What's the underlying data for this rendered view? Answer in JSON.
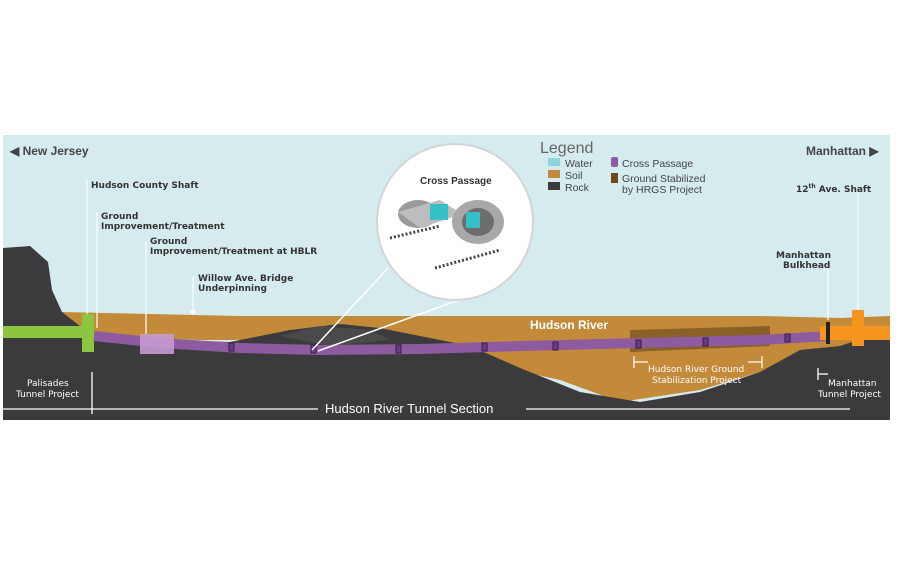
{
  "banks": {
    "left": "New Jersey",
    "right": "Manhattan"
  },
  "legend": {
    "title": "Legend",
    "items": [
      {
        "label": "Water",
        "color": "#8fd3dc"
      },
      {
        "label": "Soil",
        "color": "#c38a3a"
      },
      {
        "label": "Rock",
        "color": "#3b3b3d"
      },
      {
        "label": "Cross Passage",
        "color": "#8e5aa0"
      },
      {
        "label": "Ground Stabilized",
        "color": "#6b4a1c"
      },
      {
        "label": "by HRGS Project",
        "color": ""
      }
    ]
  },
  "inset": {
    "title": "Cross Passage"
  },
  "labels": {
    "hudson_county_shaft": "Hudson County Shaft",
    "ground_improvement_1": "Ground",
    "ground_improvement_2": "Improvement/Treatment",
    "hblr_1": "Ground",
    "hblr_2": "Improvement/Treatment at HBLR",
    "willow_1": "Willow Ave. Bridge",
    "willow_2": "Underpinning",
    "hudson_river": "Hudson River",
    "ave_shaft_num": "12",
    "ave_shaft_sup": "th",
    "ave_shaft_rest": " Ave. Shaft",
    "bulkhead_1": "Manhattan",
    "bulkhead_2": "Bulkhead"
  },
  "sections": {
    "palisades_1": "Palisades",
    "palisades_2": "Tunnel Project",
    "hudson_tunnel": "Hudson River Tunnel Section",
    "hrgs_1": "Hudson River Ground",
    "hrgs_2": "Stabilization Project",
    "manhattan_tp_1": "Manhattan",
    "manhattan_tp_2": "Tunnel Project"
  },
  "colors": {
    "sky": "#d6ebee",
    "water": "#8fd3dc",
    "soil": "#c38a3a",
    "rock": "#3b3b3d",
    "tunnel": "#8e5aa0",
    "nj_tunnel": "#8cc63f",
    "manhattan_tunnel": "#f7941d"
  }
}
